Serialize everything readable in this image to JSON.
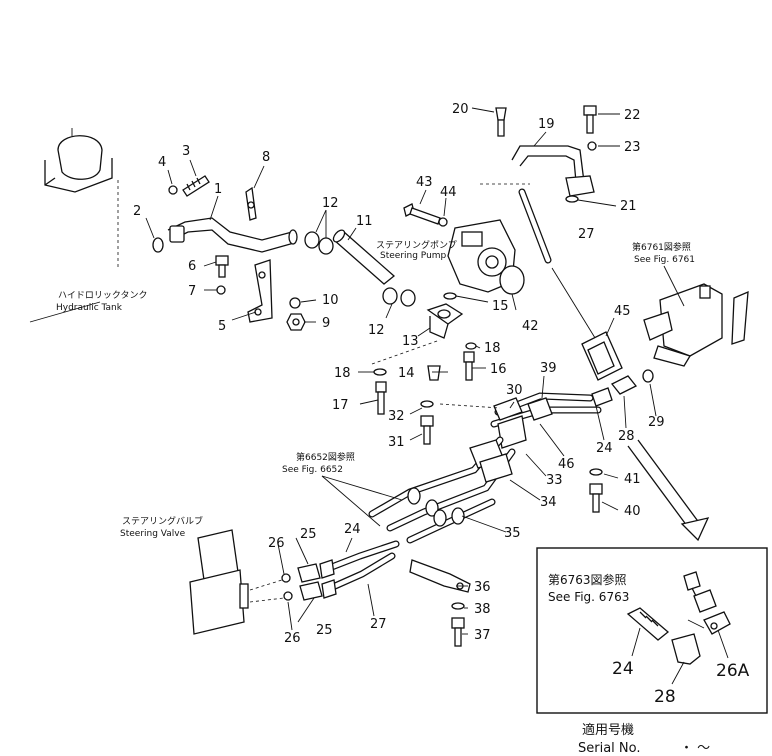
{
  "diagram": {
    "callouts": [
      "1",
      "2",
      "3",
      "4",
      "5",
      "6",
      "7",
      "8",
      "9",
      "10",
      "11",
      "12",
      "12",
      "13",
      "14",
      "15",
      "16",
      "17",
      "18",
      "18",
      "19",
      "20",
      "21",
      "22",
      "23",
      "24",
      "24",
      "25",
      "25",
      "26",
      "26",
      "27",
      "27",
      "28",
      "29",
      "30",
      "31",
      "32",
      "33",
      "34",
      "35",
      "36",
      "37",
      "38",
      "39",
      "40",
      "41",
      "42",
      "43",
      "44",
      "45",
      "46"
    ],
    "labels": {
      "hydraulic_tank_jp": "ハイドロリックタンク",
      "hydraulic_tank_en": "Hydraulic Tank",
      "steering_pump_jp": "ステアリングポンプ",
      "steering_pump_en": "Steering Pump",
      "steering_valve_jp": "ステアリングバルブ",
      "steering_valve_en": "Steering Valve",
      "ref_6761_jp": "第6761図参照",
      "ref_6761_en": "See Fig. 6761",
      "ref_6652_jp": "第6652図参照",
      "ref_6652_en": "See Fig. 6652"
    },
    "inset": {
      "ref_jp": "第6763図参照",
      "ref_en": "See Fig. 6763",
      "callouts": [
        "24",
        "28",
        "26A"
      ]
    },
    "serial": {
      "jp": "適用号機",
      "en": "Serial No.",
      "range": "・ ～"
    }
  }
}
